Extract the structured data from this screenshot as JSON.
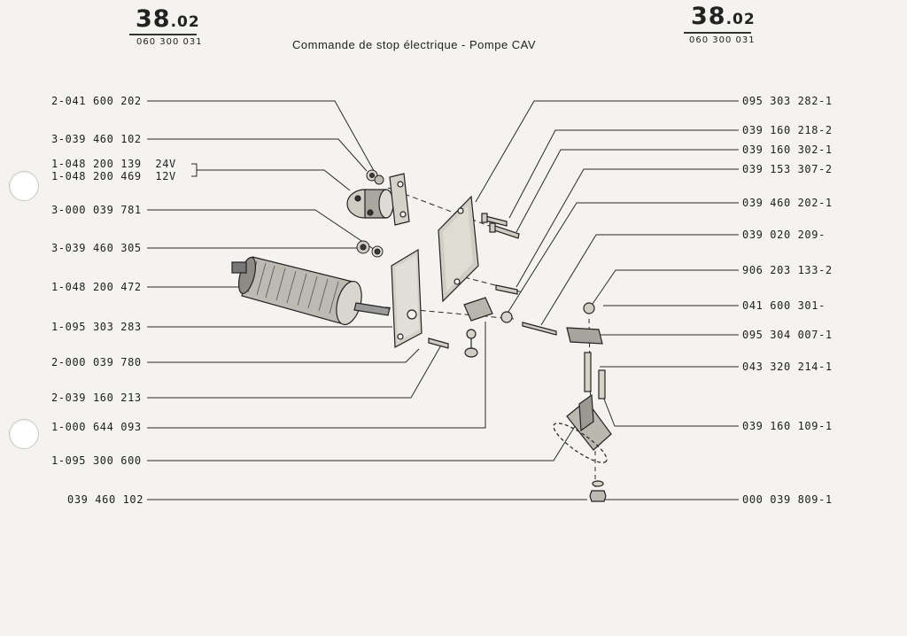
{
  "header": {
    "page_left": {
      "main": "38",
      "sub": ".02",
      "code": "060 300 031"
    },
    "page_right": {
      "main": "38",
      "sub": ".02",
      "code": "060 300 031"
    },
    "title": "Commande de stop électrique - Pompe CAV"
  },
  "left_labels": [
    "2-041 600 202",
    "3-039 460 102",
    "1-048 200 139  24V",
    "1-048 200 469  12V",
    "3-000 039 781",
    "3-039 460 305",
    "1-048 200 472",
    "1-095 303 283",
    "2-000 039 780",
    "2-039 160 213",
    "1-000 644 093",
    "1-095 300 600",
    "039 460 102"
  ],
  "right_labels": [
    "095 303 282-1",
    "039 160 218-2",
    "039 160 302-1",
    "039 153 307-2",
    "039 460 202-1",
    "039 020 209-",
    "906 203 133-2",
    "041 600 301-",
    "095 304 007-1",
    "043 320 214-1",
    "039 160 109-1",
    "000 039 809-1"
  ]
}
